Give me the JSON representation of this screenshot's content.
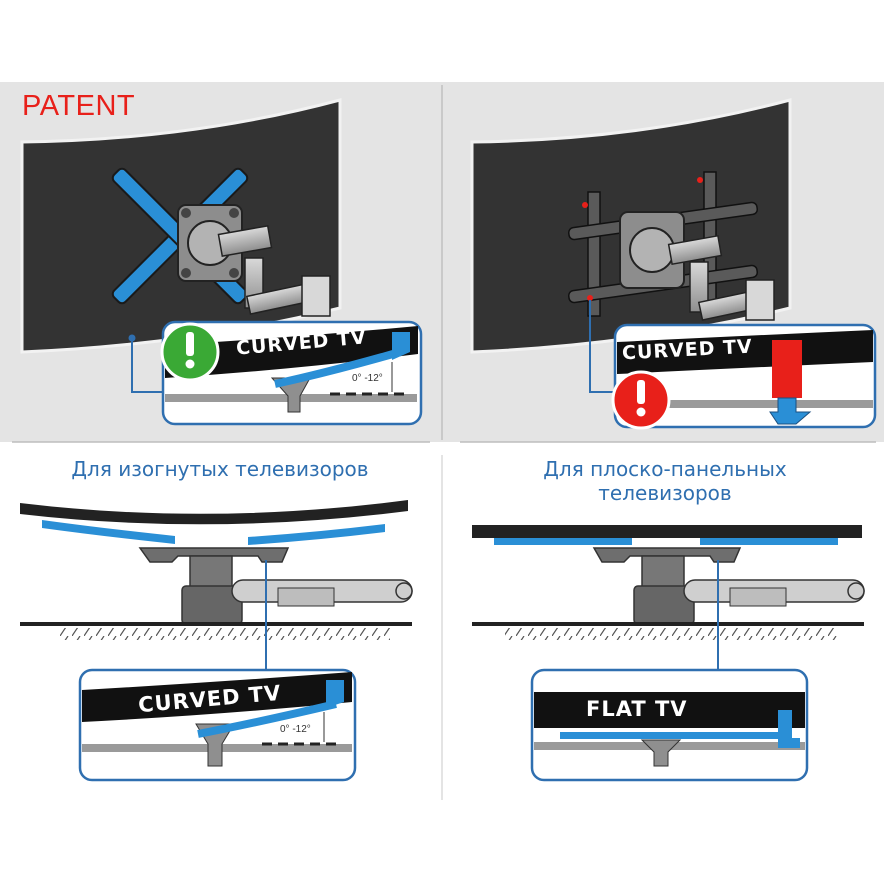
{
  "patent_mark": "PATENT",
  "panels": {
    "curved_caption": "Для изогнутых телевизоров",
    "flat_caption_line1": "Для плоско-панельных",
    "flat_caption_line2": "телевизоров"
  },
  "callouts": {
    "curved_tv": "CURVED TV",
    "flat_tv": "FLAT TV",
    "angle_range": "0° -12°"
  },
  "icons": {
    "check": "green-check-icon",
    "warning": "red-exclamation-icon"
  },
  "colors": {
    "background_top": "#e4e4e4",
    "tv_screen": "#333333",
    "bracket_blue": "#2a8fd6",
    "outline_blue": "#2f6fb0",
    "ok_green": "#3aa935",
    "warn_red": "#e8201a",
    "caption_blue": "#2f6fb0"
  }
}
